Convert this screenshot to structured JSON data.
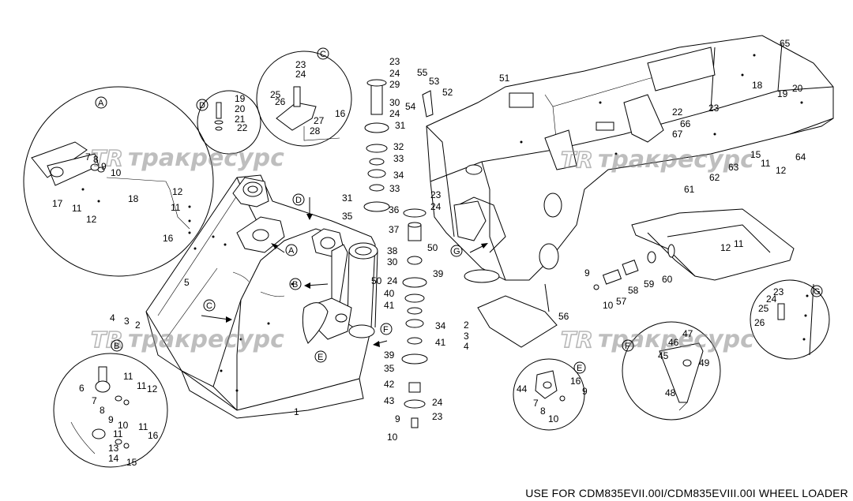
{
  "footer": "USE FOR CDM835EVII.00I/CDM835EVIII.00I WHEEL LOADER",
  "watermark": {
    "logo": "TR",
    "text": "тракресурс"
  },
  "detail_views": [
    "A",
    "B",
    "C",
    "D",
    "E",
    "F",
    "G"
  ],
  "part_labels": {
    "p1": "1",
    "p2": "2",
    "p3": "3",
    "p4": "4",
    "p5": "5",
    "p6": "6",
    "p7": "7",
    "p8": "8",
    "p9": "9",
    "p10": "10",
    "p11": "11",
    "p12": "12",
    "p13": "13",
    "p14": "14",
    "p15": "15",
    "p16": "16",
    "p17": "17",
    "p18": "18",
    "p19": "19",
    "p20": "20",
    "p21": "21",
    "p22": "22",
    "p23": "23",
    "p24": "24",
    "p25": "25",
    "p26": "26",
    "p27": "27",
    "p28": "28",
    "p29": "29",
    "p30": "30",
    "p31": "31",
    "p32": "32",
    "p33": "33",
    "p34": "34",
    "p35": "35",
    "p36": "36",
    "p37": "37",
    "p38": "38",
    "p39": "39",
    "p40": "40",
    "p41": "41",
    "p42": "42",
    "p43": "43",
    "p44": "44",
    "p45": "45",
    "p46": "46",
    "p47": "47",
    "p48": "48",
    "p49": "49",
    "p50": "50",
    "p51": "51",
    "p52": "52",
    "p53": "53",
    "p54": "54",
    "p55": "55",
    "p56": "56",
    "p57": "57",
    "p58": "58",
    "p59": "59",
    "p60": "60",
    "p61": "61",
    "p62": "62",
    "p63": "63",
    "p64": "64",
    "p65": "65",
    "p66": "66",
    "p67": "67"
  }
}
